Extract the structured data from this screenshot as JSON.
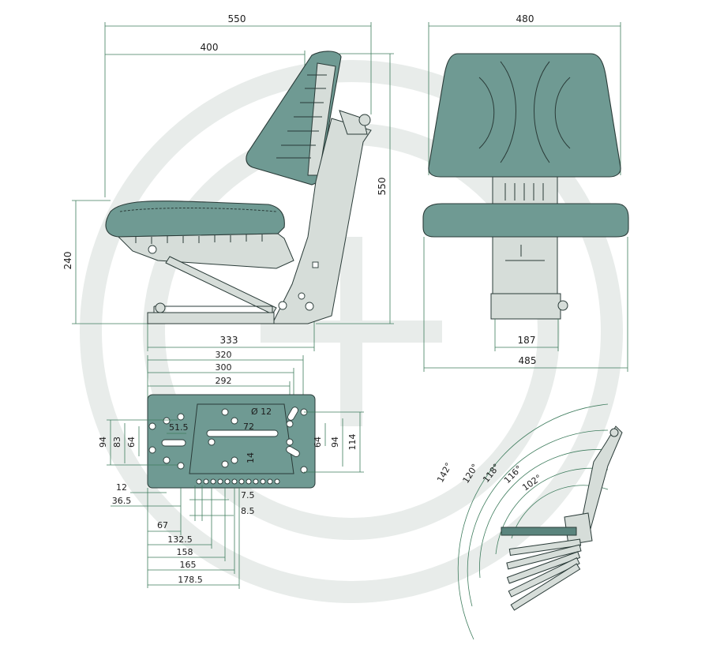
{
  "side_view": {
    "width_overall": "550",
    "width_back": "400",
    "height_overall": "550",
    "height_seat": "240",
    "base_length": "333"
  },
  "front_view": {
    "width_back": "480",
    "width_base": "187",
    "width_seat": "485"
  },
  "mount_plate": {
    "top_dims": [
      "320",
      "300",
      "292"
    ],
    "hole_dia": "Ø 12",
    "left_dims": [
      "94",
      "83",
      "64"
    ],
    "inner_labels": [
      "51.5",
      "72",
      "14"
    ],
    "right_dims": [
      "64",
      "94",
      "114"
    ],
    "bottom_left_dims": [
      "12",
      "36.5"
    ],
    "bottom_right_dims": [
      "7.5",
      "8.5"
    ],
    "bottom_stack_dims": [
      "67",
      "132.5",
      "158",
      "165",
      "178.5"
    ]
  },
  "recline": {
    "angles": [
      "142°",
      "120°",
      "118°",
      "116°",
      "102°"
    ]
  }
}
